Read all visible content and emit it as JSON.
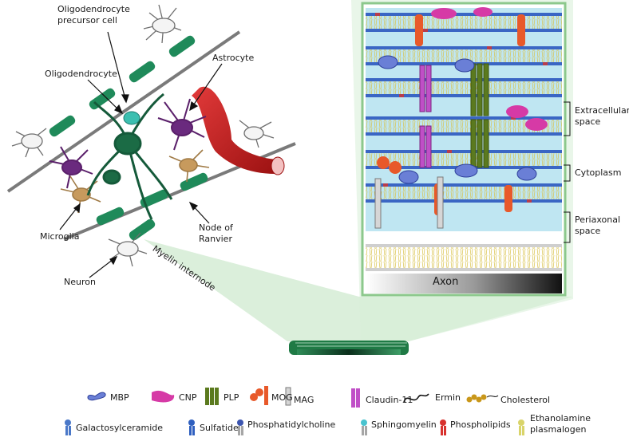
{
  "labels": {
    "opc": "Oligodendrocyte\nprecursor cell",
    "oligodendrocyte": "Oligodendrocyte",
    "astrocyte": "Astrocyte",
    "microglia": "Microglia",
    "neuron": "Neuron",
    "node_of_ranvier": "Node of\nRanvier",
    "myelin_internode": "Myelin internode",
    "extracellular_space": "Extracellular\nspace",
    "cytoplasm": "Cytoplasm",
    "periaxonal_space": "Periaxonal\nspace",
    "axon": "Axon"
  },
  "legend": {
    "row1": [
      {
        "name": "MBP",
        "icon": "mbp-icon",
        "color": "#6a7fd6"
      },
      {
        "name": "CNP",
        "icon": "cnp-icon",
        "color": "#d63aa6"
      },
      {
        "name": "PLP",
        "icon": "plp-icon",
        "color": "#5b7a1e"
      },
      {
        "name": "MOG",
        "icon": "mog-icon",
        "color": "#e8592a"
      },
      {
        "name": "MAG",
        "icon": "mag-icon",
        "color": "#9a9a9a"
      },
      {
        "name": "Claudin-11",
        "icon": "claudin-icon",
        "color": "#c04fc7"
      },
      {
        "name": "Ermin",
        "icon": "ermin-icon",
        "color": "#111111"
      },
      {
        "name": "Cholesterol",
        "icon": "cholesterol-icon",
        "color": "#c9971a"
      }
    ],
    "row2": [
      {
        "name": "Galactosylceramide",
        "icon": "galactosylceramide-icon",
        "color": "#4a78c8"
      },
      {
        "name": "Sulfatide",
        "icon": "sulfatide-icon",
        "color": "#2f5fbf"
      },
      {
        "name": "Phosphatidylcholine",
        "icon": "phosphatidylcholine-icon",
        "color": "#3c55b0"
      },
      {
        "name": "Sphingomyelin",
        "icon": "sphingomyelin-icon",
        "color": "#49c3cf"
      },
      {
        "name": "Phospholipids",
        "icon": "phospholipids-icon",
        "color": "#d8322e"
      },
      {
        "name": "Ethanolamine\nplasmalogen",
        "icon": "ethanolamine-plasmalogen-icon",
        "color": "#d9d46a"
      }
    ]
  }
}
